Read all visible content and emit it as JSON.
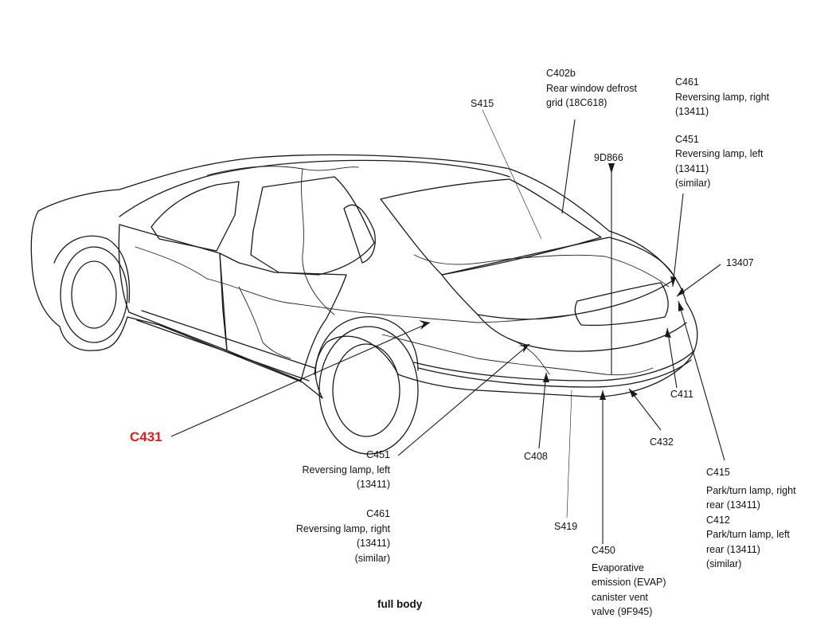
{
  "diagram": {
    "caption": "full body",
    "highlight_color": "#e0201b",
    "line_color": "#1a1a1a",
    "callouts": [
      {
        "id": "c431",
        "code": "C431",
        "highlight": true,
        "lines": []
      },
      {
        "id": "c451-461-left",
        "lines": [
          "C451",
          "Reversing lamp, left",
          "(13411)",
          "",
          "C461",
          "Reversing lamp, right",
          "(13411)",
          "(similar)"
        ]
      },
      {
        "id": "s415",
        "lines": [
          "S415"
        ]
      },
      {
        "id": "c402b",
        "lines": [
          "C402b",
          "Rear window defrost",
          "grid (18C618)"
        ]
      },
      {
        "id": "c461-451-right",
        "lines": [
          "C461",
          "Reversing lamp, right",
          "(13411)",
          "C451",
          "Reversing lamp, left",
          "(13411)",
          "(similar)"
        ]
      },
      {
        "id": "9d866",
        "lines": [
          "9D866"
        ]
      },
      {
        "id": "13407",
        "lines": [
          "13407"
        ]
      },
      {
        "id": "c411",
        "lines": [
          "C411"
        ]
      },
      {
        "id": "c432",
        "lines": [
          "C432"
        ]
      },
      {
        "id": "c408",
        "lines": [
          "C408"
        ]
      },
      {
        "id": "s419",
        "lines": [
          "S419"
        ]
      },
      {
        "id": "c450",
        "lines": [
          "C450",
          "Evaporative",
          "emission (EVAP)",
          "canister vent",
          "valve (9F945)"
        ]
      },
      {
        "id": "c415-412",
        "lines": [
          "C415",
          "Park/turn lamp, right",
          "rear (13411)",
          "C412",
          "Park/turn lamp, left",
          "rear (13411)",
          "(similar)"
        ]
      }
    ]
  }
}
